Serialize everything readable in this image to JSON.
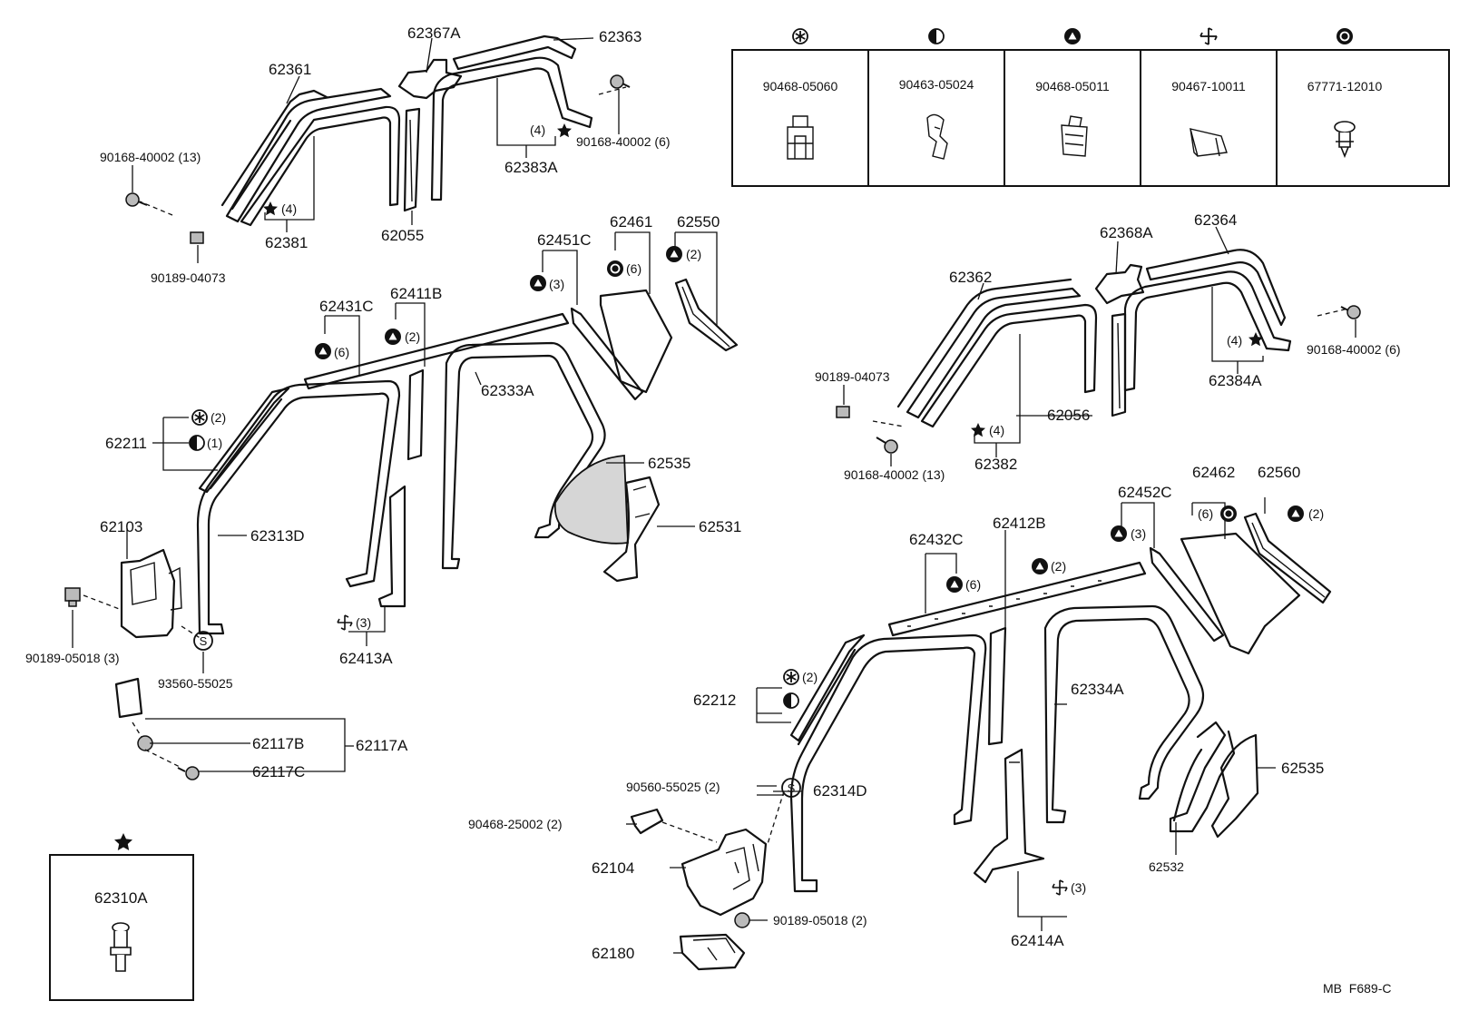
{
  "fastener_table": {
    "columns": [
      {
        "symbol": "asterisk-clip-symbol",
        "part": "90468-05060"
      },
      {
        "symbol": "half-circle-clip-symbol",
        "part": "90463-05024"
      },
      {
        "symbol": "triangle-clip-symbol",
        "part": "90468-05011"
      },
      {
        "symbol": "pinwheel-clip-symbol",
        "part": "90467-10011"
      },
      {
        "symbol": "ring-clip-symbol",
        "part": "67771-12010"
      }
    ]
  },
  "star_box": {
    "part": "62310A"
  },
  "left_upper": {
    "p62361": "62361",
    "p62367A": "62367A",
    "p62363": "62363",
    "screw_right": "90168-40002 (6)",
    "star_qty_right": "(4)",
    "p62383A": "62383A",
    "screw_left": "90168-40002 (13)",
    "star_qty_left": "(4)",
    "p62381": "62381",
    "p62055": "62055",
    "clip_left": "90189-04073"
  },
  "left_lower": {
    "p62431C": "62431C",
    "qty_62431C": "(6)",
    "p62411B": "62411B",
    "qty_62411B": "(2)",
    "p62451C": "62451C",
    "qty_62451C": "(3)",
    "p62461": "62461",
    "qty_62461": "(6)",
    "p62550": "62550",
    "qty_62550": "(2)",
    "p62333A": "62333A",
    "p62211": "62211",
    "qty_62211_a": "(2)",
    "qty_62211_b": "(1)",
    "p62535": "62535",
    "p62531": "62531",
    "p62313D": "62313D",
    "p62103": "62103",
    "bolt_left": "90189-05018 (3)",
    "p93560": "93560-55025",
    "s_symbol": "S",
    "qty_62413A": "(3)",
    "p62413A": "62413A",
    "p62117B": "62117B",
    "p62117A": "62117A",
    "p62117C": "62117C"
  },
  "right_upper": {
    "p62368A": "62368A",
    "p62364": "62364",
    "p62362": "62362",
    "screw_right": "90168-40002 (6)",
    "star_qty": "(4)",
    "p62384A": "62384A",
    "clip_left": "90189-04073",
    "p62056": "62056",
    "star_qty_left": "(4)",
    "p62382": "62382",
    "screw_left": "90168-40002 (13)"
  },
  "right_lower": {
    "p62452C": "62452C",
    "qty_62452C": "(3)",
    "p62462": "62462",
    "qty_62462": "(6)",
    "p62560": "62560",
    "qty_62560": "(2)",
    "p62432C": "62432C",
    "qty_62432C": "(6)",
    "p62412B": "62412B",
    "qty_62412B": "(2)",
    "p62212": "62212",
    "qty_62212": "(2)",
    "p62334A": "62334A",
    "p90560": "90560-55025 (2)",
    "s_symbol": "S",
    "p62314D": "62314D",
    "p62535": "62535",
    "p90468": "90468-25002 (2)",
    "p62104": "62104",
    "bolt": "90189-05018 (2)",
    "p62180": "62180",
    "p62532": "62532",
    "qty_62414A": "(3)",
    "p62414A": "62414A"
  },
  "footer": {
    "code": "MB  F689-C"
  }
}
